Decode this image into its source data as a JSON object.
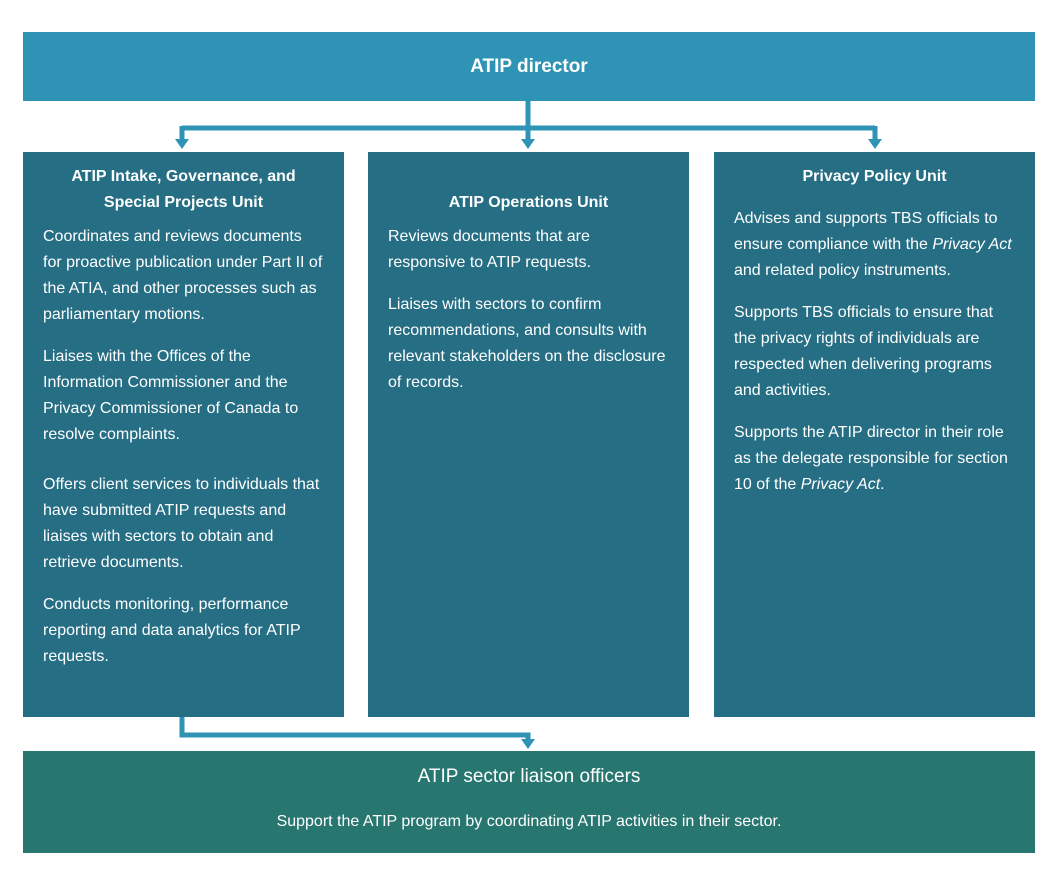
{
  "director": {
    "title": "ATIP director"
  },
  "units": [
    {
      "title": "ATIP Intake, Governance, and Special Projects Unit",
      "paragraphs": [
        "Coordinates and reviews documents for proactive publication under Part II of the ATIA, and other processes such as parliamentary motions.",
        "Liaises with the Offices of the Information Commissioner and the Privacy Commissioner of Canada to resolve complaints.",
        "Offers client services to individuals that have submitted ATIP requests and liaises with sectors to obtain and retrieve documents.",
        "Conducts monitoring, performance reporting and data analytics for ATIP requests."
      ]
    },
    {
      "title": "ATIP Operations Unit",
      "paragraphs": [
        "Reviews documents that are responsive to ATIP requests.",
        "Liaises with sectors to confirm recommendations, and consults with relevant stakeholders on the disclosure of records."
      ]
    },
    {
      "title": "Privacy Policy Unit",
      "p1_before": "Advises and supports TBS officials to ensure compliance with the ",
      "p1_italic": "Privacy Act",
      "p1_after": " and related policy instruments.",
      "p2": "Supports TBS officials to ensure that the privacy rights of individuals are respected when delivering programs and activities.",
      "p3_before": "Supports the ATIP director in their role as the delegate responsible for section 10 of the ",
      "p3_italic": "Privacy Act",
      "p3_after": "."
    }
  ],
  "liaison": {
    "title": "ATIP sector liaison officers",
    "description": "Support the ATIP program by coordinating ATIP activities in their sector."
  },
  "colors": {
    "director": "#2e93b5",
    "unit": "#256e84",
    "liaison": "#27766f",
    "connector": "#2e93b5"
  }
}
